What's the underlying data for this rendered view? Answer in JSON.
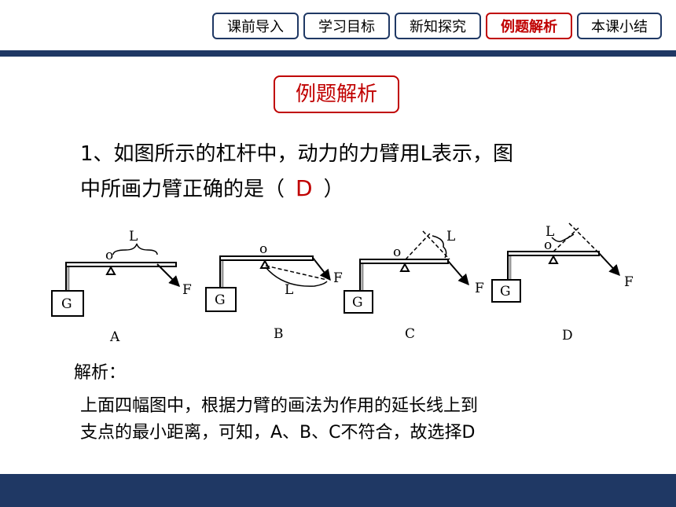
{
  "nav": {
    "tabs": [
      {
        "label": "课前导入"
      },
      {
        "label": "学习目标"
      },
      {
        "label": "新知探究"
      },
      {
        "label": "例题解析"
      },
      {
        "label": "本课小结"
      }
    ],
    "active_index": 3
  },
  "section_title": "例题解析",
  "question": {
    "text_line1": "1、如图所示的杠杆中，动力的力臂用L表示，图",
    "text_line2": "中所画力臂正确的是（",
    "answer": "D",
    "close": "）"
  },
  "diagrams": [
    {
      "option": "A",
      "weight_label": "G",
      "pivot_label": "o",
      "arm_label": "L",
      "force_label": "F"
    },
    {
      "option": "B",
      "weight_label": "G",
      "pivot_label": "o",
      "arm_label": "L",
      "force_label": "F"
    },
    {
      "option": "C",
      "weight_label": "G",
      "pivot_label": "o",
      "arm_label": "L",
      "force_label": "F"
    },
    {
      "option": "D",
      "weight_label": "G",
      "pivot_label": "o",
      "arm_label": "L",
      "force_label": "F"
    }
  ],
  "analysis": {
    "label": "解析：",
    "line1": "上面四幅图中，根据力臂的画法为作用的延长线上到",
    "line2": "支点的最小距离，可知，A、B、C不符合，故选择D"
  },
  "colors": {
    "accent": "#c00000",
    "navy": "#1f3864"
  }
}
